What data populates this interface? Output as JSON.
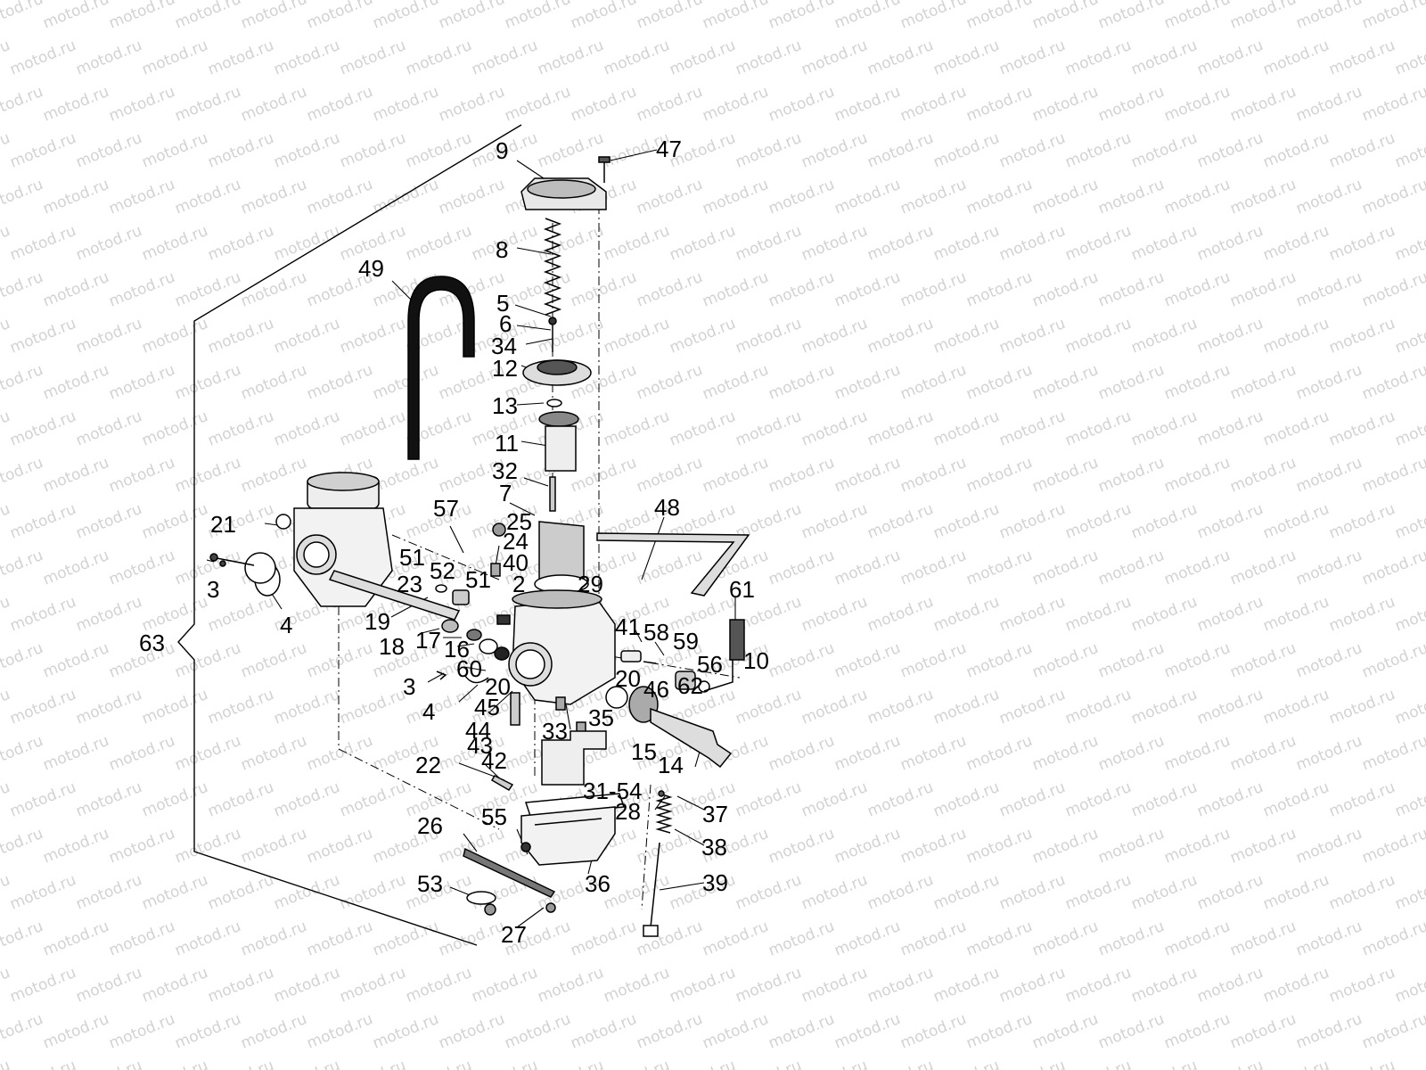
{
  "watermark": {
    "text": "motod.ru",
    "color": "#d2d2d2"
  },
  "ink_color": "#000000",
  "callouts": [
    "9",
    "47",
    "8",
    "49",
    "5",
    "6",
    "34",
    "12",
    "13",
    "11",
    "32",
    "7",
    "57",
    "25",
    "24",
    "48",
    "21",
    "40",
    "51",
    "52",
    "51",
    "2",
    "29",
    "3",
    "4",
    "23",
    "61",
    "19",
    "41",
    "58",
    "59",
    "18",
    "17",
    "16",
    "56",
    "10",
    "63",
    "60",
    "20",
    "20",
    "3",
    "46",
    "4",
    "45",
    "62",
    "44",
    "33",
    "35",
    "43",
    "42",
    "15",
    "14",
    "22",
    "31-54",
    "37",
    "28",
    "26",
    "55",
    "38",
    "36",
    "39",
    "53",
    "27"
  ]
}
